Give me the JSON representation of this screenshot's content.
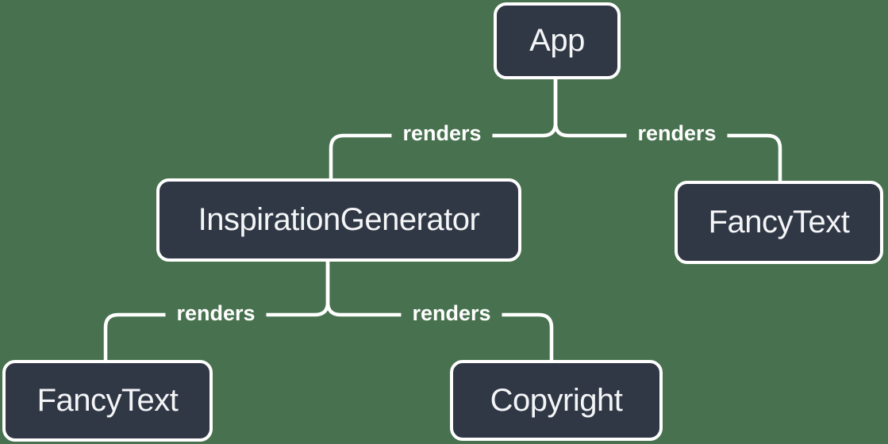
{
  "diagram": {
    "type": "component-render-tree",
    "nodes": [
      {
        "id": "app",
        "label": "App"
      },
      {
        "id": "inspiration-generator",
        "label": "InspirationGenerator"
      },
      {
        "id": "fancy-text-top",
        "label": "FancyText"
      },
      {
        "id": "fancy-text-bottom",
        "label": "FancyText"
      },
      {
        "id": "copyright",
        "label": "Copyright"
      }
    ],
    "edges": [
      {
        "from": "App",
        "to": "InspirationGenerator",
        "label": "renders"
      },
      {
        "from": "App",
        "to": "FancyText",
        "label": "renders"
      },
      {
        "from": "InspirationGenerator",
        "to": "FancyText",
        "label": "renders"
      },
      {
        "from": "InspirationGenerator",
        "to": "Copyright",
        "label": "renders"
      }
    ],
    "colors": {
      "background": "#48724F",
      "node_fill": "#303845",
      "node_border": "#ffffff",
      "line": "#ffffff",
      "node_text": "#f4f5f7",
      "edge_label_text": "#ffffff"
    }
  }
}
